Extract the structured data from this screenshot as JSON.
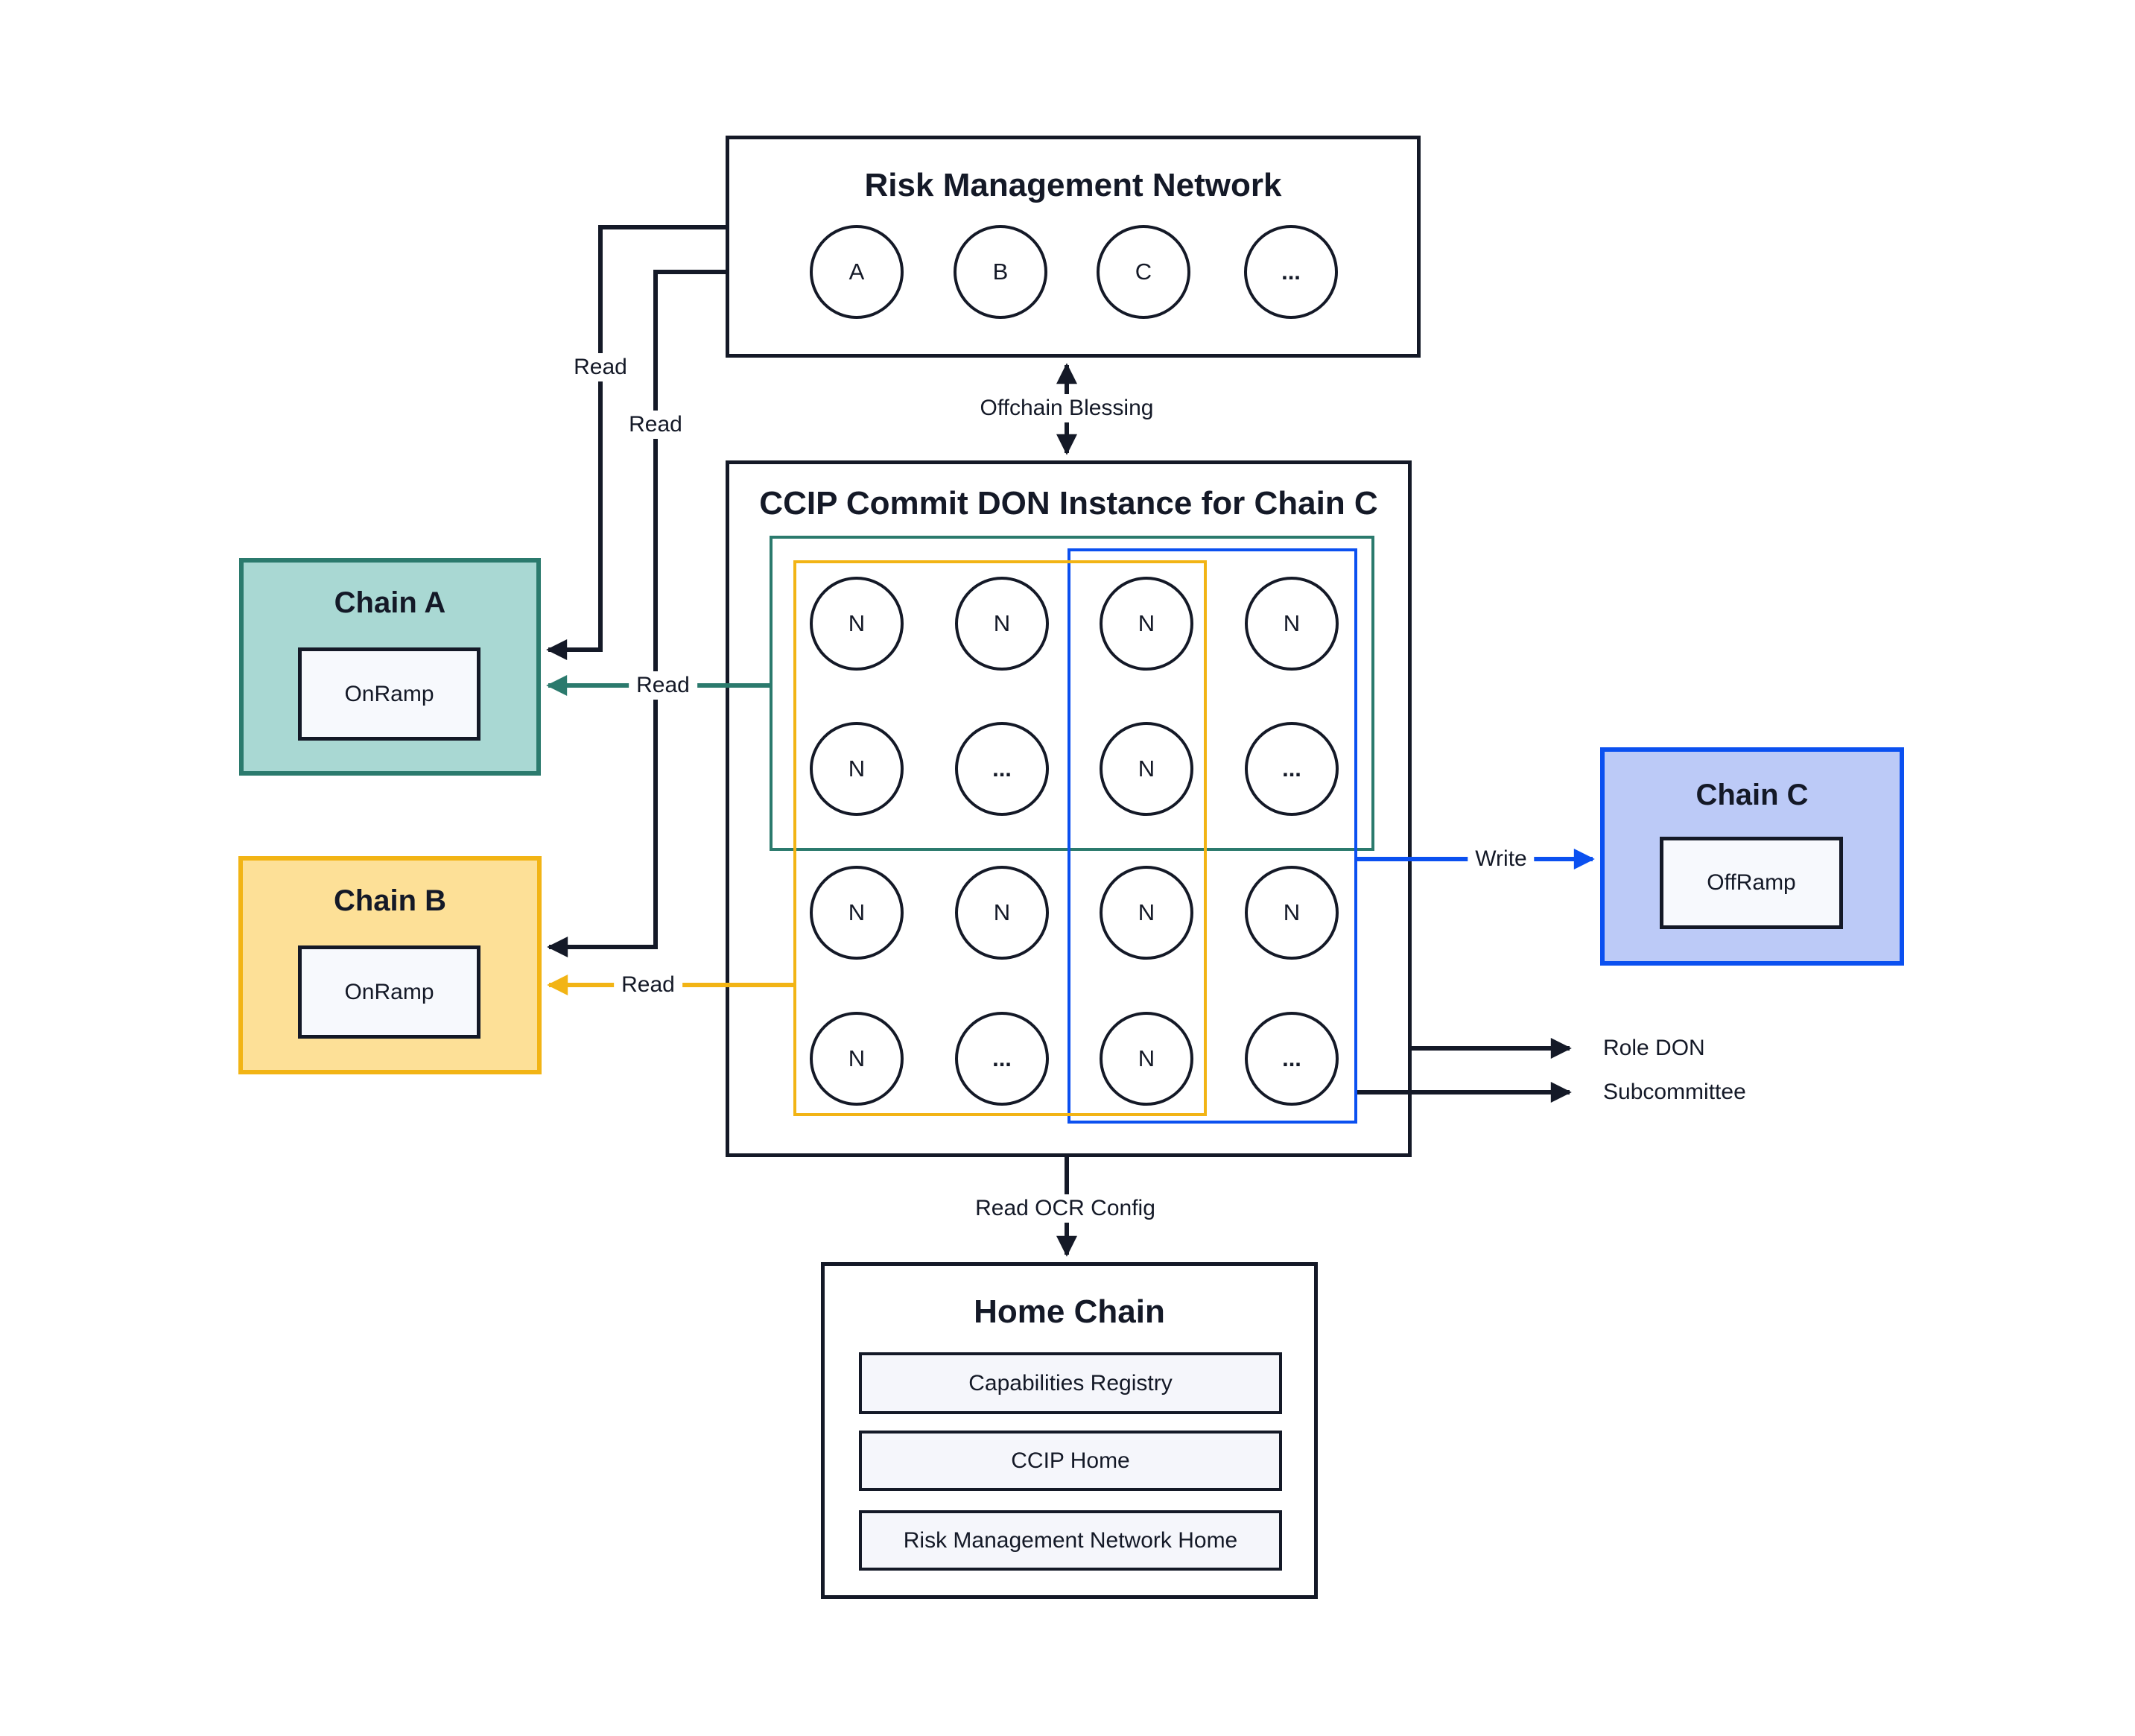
{
  "colors": {
    "ink": "#141927",
    "teal_border": "#2b7a6d",
    "teal_fill": "#a9d8d3",
    "amber_border": "#f2b415",
    "amber_fill": "#fde097",
    "blue_border": "#0b50f0",
    "blue_fill": "#bccaf7"
  },
  "rmn": {
    "title": "Risk Management Network",
    "nodes": [
      "A",
      "B",
      "C",
      "..."
    ]
  },
  "don": {
    "title": "CCIP Commit DON Instance for Chain C",
    "nodes": [
      "N",
      "N",
      "N",
      "N",
      "N",
      "...",
      "N",
      "...",
      "N",
      "N",
      "N",
      "N",
      "N",
      "...",
      "N",
      "..."
    ]
  },
  "chain_a": {
    "title": "Chain A",
    "contract": "OnRamp"
  },
  "chain_b": {
    "title": "Chain B",
    "contract": "OnRamp"
  },
  "chain_c": {
    "title": "Chain C",
    "contract": "OffRamp"
  },
  "home_chain": {
    "title": "Home Chain",
    "contracts": [
      "Capabilities Registry",
      "CCIP Home",
      "Risk Management Network Home"
    ]
  },
  "labels": {
    "read_rmn_to_a": "Read",
    "read_rmn_to_b": "Read",
    "read_don_to_a": "Read",
    "read_don_to_b": "Read",
    "offchain_blessing": "Offchain Blessing",
    "write": "Write",
    "read_ocr_config": "Read OCR Config",
    "role_don": "Role DON",
    "subcommittee": "Subcommittee"
  }
}
